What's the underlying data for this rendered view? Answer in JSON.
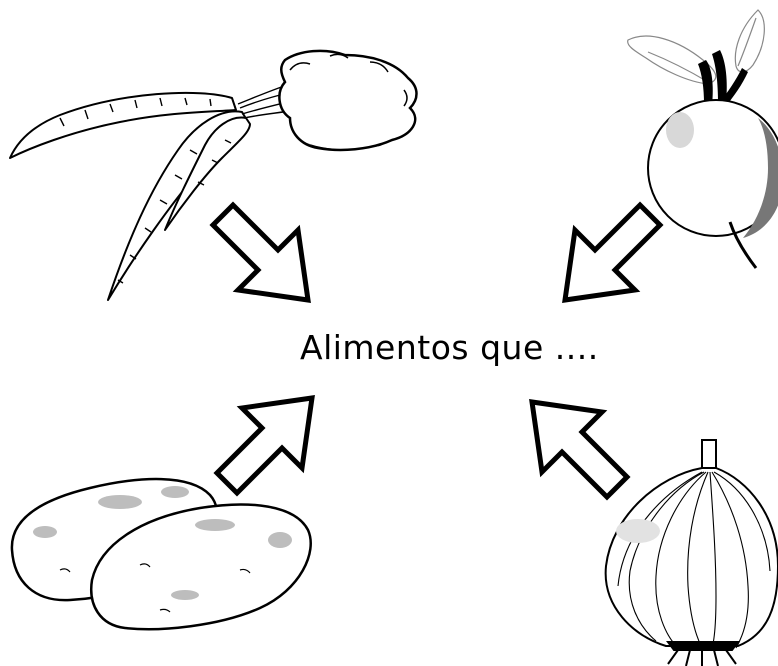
{
  "center_label": "Alimentos que ....",
  "items": [
    {
      "name": "carrots"
    },
    {
      "name": "radish"
    },
    {
      "name": "potatoes"
    },
    {
      "name": "onion"
    }
  ]
}
